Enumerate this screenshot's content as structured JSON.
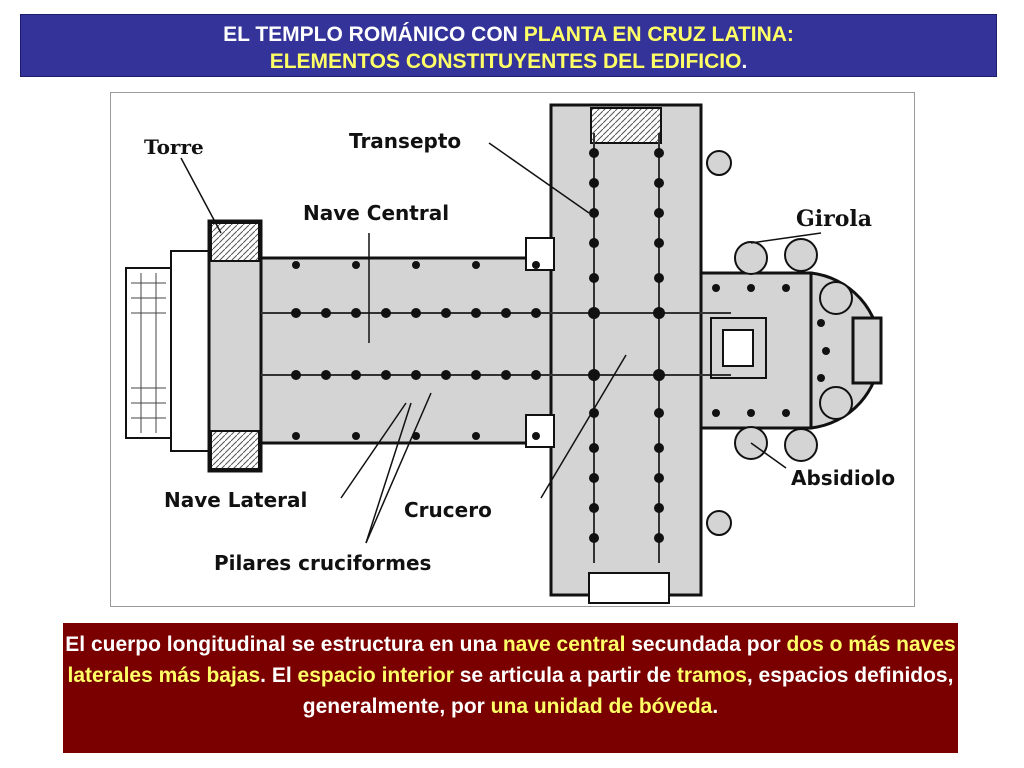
{
  "title": {
    "line1_a": "EL TEMPLO ROMÁNICO CON ",
    "line1_b": "PLANTA EN CRUZ LATINA:",
    "line2_a": "ELEMENTOS CONSTITUYENTES DEL EDIFICIO",
    "line2_b": "."
  },
  "plan_labels": {
    "torre": "Torre",
    "transepto": "Transepto",
    "nave_central": "Nave Central",
    "girola": "Girola",
    "absidiolo": "Absidiolo",
    "nave_lateral": "Nave Lateral",
    "crucero": "Crucero",
    "pilares": "Pilares cruciformes"
  },
  "description": {
    "s1": "El cuerpo longitudinal se estructura en una ",
    "s2": "nave central",
    "s3": " secundada por ",
    "s4": "dos o más naves laterales más bajas",
    "s5": ". El ",
    "s6": "espacio interior",
    "s7": " se articula a partir de ",
    "s8": "tramos",
    "s9": ", espacios definidos, generalmente, por ",
    "s10": "una unidad de bóveda",
    "s11": "."
  },
  "colors": {
    "title_bg": "#333399",
    "highlight": "#ffff66",
    "box_bg": "#7a0000",
    "plan_fill": "#d4d4d4"
  }
}
